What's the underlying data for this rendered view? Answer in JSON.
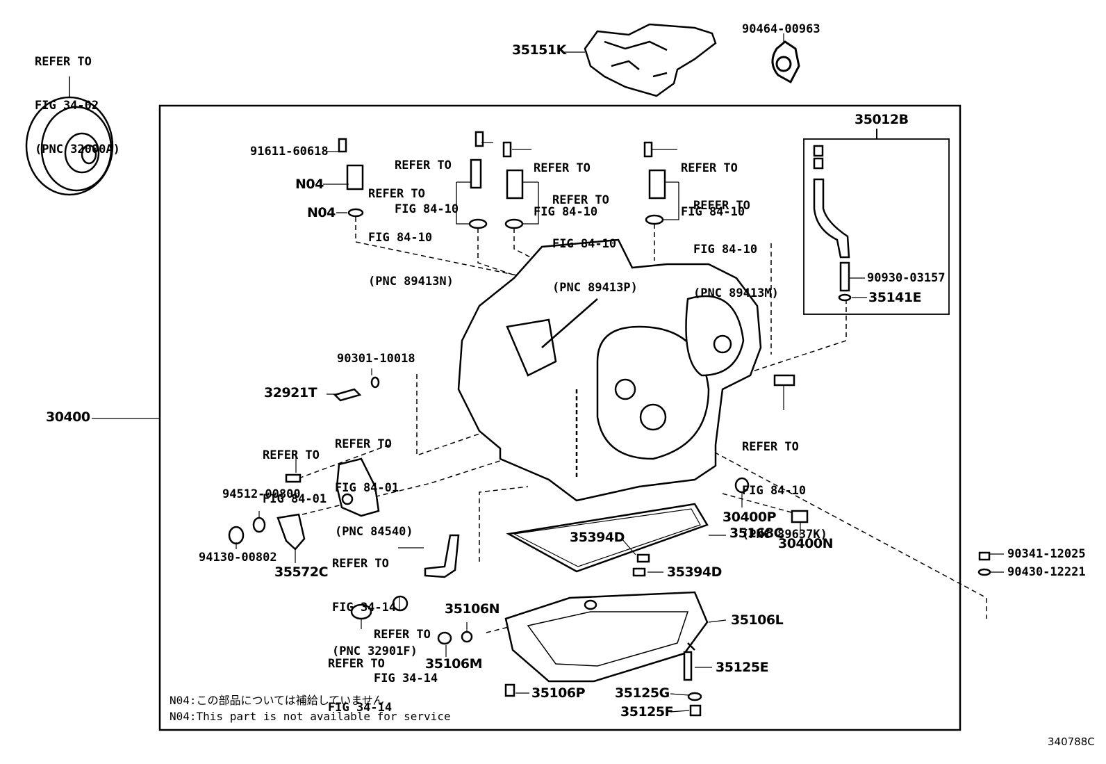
{
  "labels": {
    "ref_top_left": [
      "REFER TO",
      "FIG 34-02",
      "(PNC 32000A)"
    ],
    "p35151K": "35151K",
    "p90464": "90464-00963",
    "p35012B": "35012B",
    "p91611": "91611-60618",
    "ref_a": [
      "REFER TO",
      "FIG 84-10"
    ],
    "ref_b": [
      "REFER TO",
      "FIG 84-10",
      "(PNC 89413N)"
    ],
    "ref_c": [
      "REFER TO",
      "FIG 84-10"
    ],
    "ref_d": [
      "REFER TO",
      "FIG 84-10",
      "(PNC 89413P)"
    ],
    "ref_e": [
      "REFER TO",
      "FIG 84-10"
    ],
    "ref_f": [
      "REFER TO",
      "FIG 84-10",
      "(PNC 89413M)"
    ],
    "n04_a": "N04",
    "n04_b": "N04",
    "p90930": "90930-03157",
    "p35141E": "35141E",
    "p90301": "90301-10018",
    "p32921T": "32921T",
    "p30400": "30400",
    "ref_g": [
      "REFER TO",
      "FIG 84-01"
    ],
    "ref_h": [
      "REFER TO",
      "FIG 84-01",
      "(PNC 84540)"
    ],
    "ref_i": [
      "REFER TO",
      "FIG 84-10",
      "(PNC 89637K)"
    ],
    "p94512": "94512-00800",
    "p94130": "94130-00802",
    "p35572C": "35572C",
    "ref_j": [
      "REFER TO",
      "FIG 34-14",
      "(PNC 32901F)"
    ],
    "p30400P": "30400P",
    "p35168C": "35168C",
    "p30400N": "30400N",
    "p35394D_a": "35394D",
    "p35394D_b": "35394D",
    "p90341": "90341-12025",
    "p90430": "90430-12221",
    "ref_k": [
      "REFER TO",
      "FIG 34-14"
    ],
    "ref_l": [
      "REFER TO",
      "FIG 34-14"
    ],
    "p35106N": "35106N",
    "p35106L": "35106L",
    "p35106M": "35106M",
    "p35125E": "35125E",
    "p35106P": "35106P",
    "p35125G": "35125G",
    "p35125F": "35125F"
  },
  "notes": {
    "jp": "N04:この部品については補給していません",
    "en": "N04:This part is not available for service"
  },
  "diagram_code": "340788C",
  "colors": {
    "ink": "#000000",
    "background": "#ffffff"
  }
}
